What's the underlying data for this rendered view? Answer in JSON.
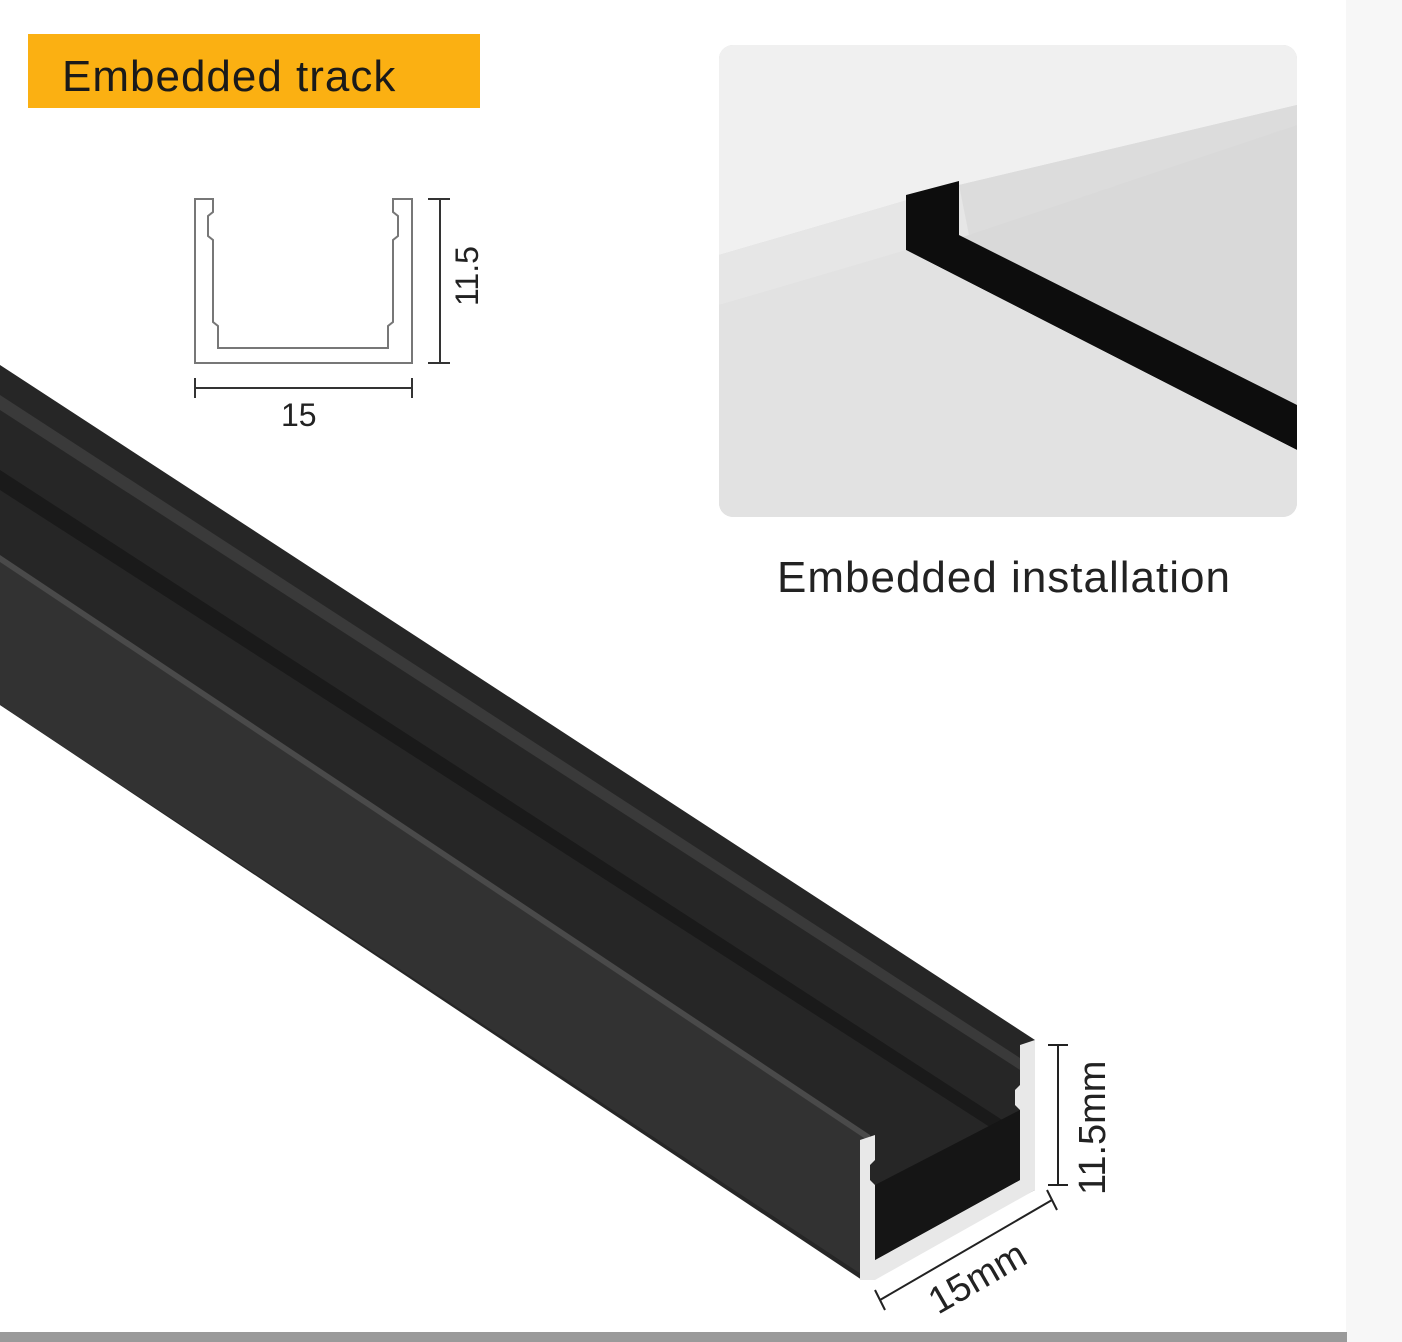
{
  "title": "Embedded track",
  "installation_caption": "Embedded installation",
  "cross_section": {
    "width_label": "15",
    "height_label": "11.5"
  },
  "profile_dimensions": {
    "width_label": "15mm",
    "height_label": "11.5mm"
  },
  "colors": {
    "accent": "#fbb012",
    "profile": "#2a2a2a"
  }
}
